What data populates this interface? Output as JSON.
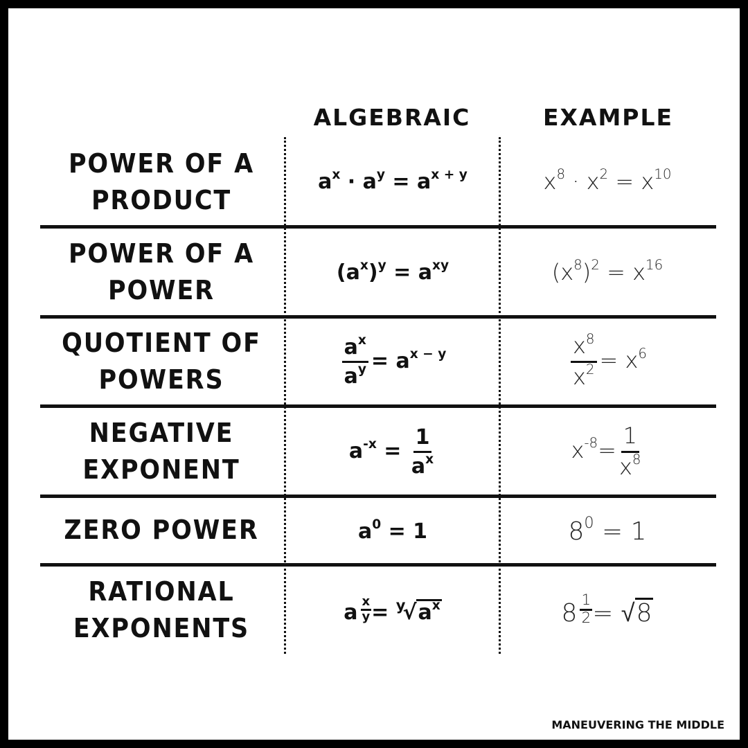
{
  "headers": {
    "algebraic": "ALGEBRAIC",
    "example": "EXAMPLE"
  },
  "rows": [
    {
      "label": [
        "POWER OF A",
        "PRODUCT"
      ],
      "alg": {
        "a1": "a",
        "s1": "x",
        "m": " · a",
        "s2": "y",
        "e": " = a",
        "s3": "x + y"
      },
      "ex": {
        "a1": "x",
        "s1": "8",
        "m": " · x",
        "s2": "2",
        "e": " = x",
        "s3": "10"
      }
    },
    {
      "label": [
        "POWER OF A",
        "POWER"
      ],
      "alg": {
        "a1": "(a",
        "s1": "x",
        "m": ")",
        "s2": "y",
        "e": " = a",
        "s3": "xy"
      },
      "ex": {
        "a1": "(x",
        "s1": "8",
        "m": ")",
        "s2": "2",
        "e": " = x",
        "s3": "16"
      }
    },
    {
      "label": [
        "QUOTIENT OF",
        "POWERS"
      ],
      "alg": {
        "n": "a",
        "ns": "x",
        "d": "a",
        "ds": "y",
        "e": "= a",
        "s": "x − y"
      },
      "ex": {
        "n": "x",
        "ns": "8",
        "d": "x",
        "ds": "2",
        "e": "= x",
        "s": "6"
      }
    },
    {
      "label": [
        "NEGATIVE",
        "EXPONENT"
      ],
      "alg": {
        "a": "a",
        "s": "-x",
        "e": " = ",
        "n": "1",
        "d": "a",
        "ds": "x"
      },
      "ex": {
        "a": "x",
        "s": "-8",
        "e": "=",
        "n": "1",
        "d": "x",
        "ds": "8"
      }
    },
    {
      "label": [
        "ZERO POWER"
      ],
      "alg": {
        "a": "a",
        "s": "0",
        "e": " = 1"
      },
      "ex": {
        "a": "8",
        "s": "0",
        "e": " = 1"
      }
    },
    {
      "label": [
        "RATIONAL",
        "EXPONENTS"
      ],
      "alg": {
        "a": "a",
        "fn": "x",
        "fd": "y",
        "e": "= ",
        "idx": "y",
        "root": "√",
        "r": "a",
        "rs": "x"
      },
      "ex": {
        "a": "8",
        "fn": "1",
        "fd": "2",
        "e": "= ",
        "root": "√",
        "r": "8"
      }
    }
  ],
  "footer": "MANEUVERING THE MIDDLE"
}
